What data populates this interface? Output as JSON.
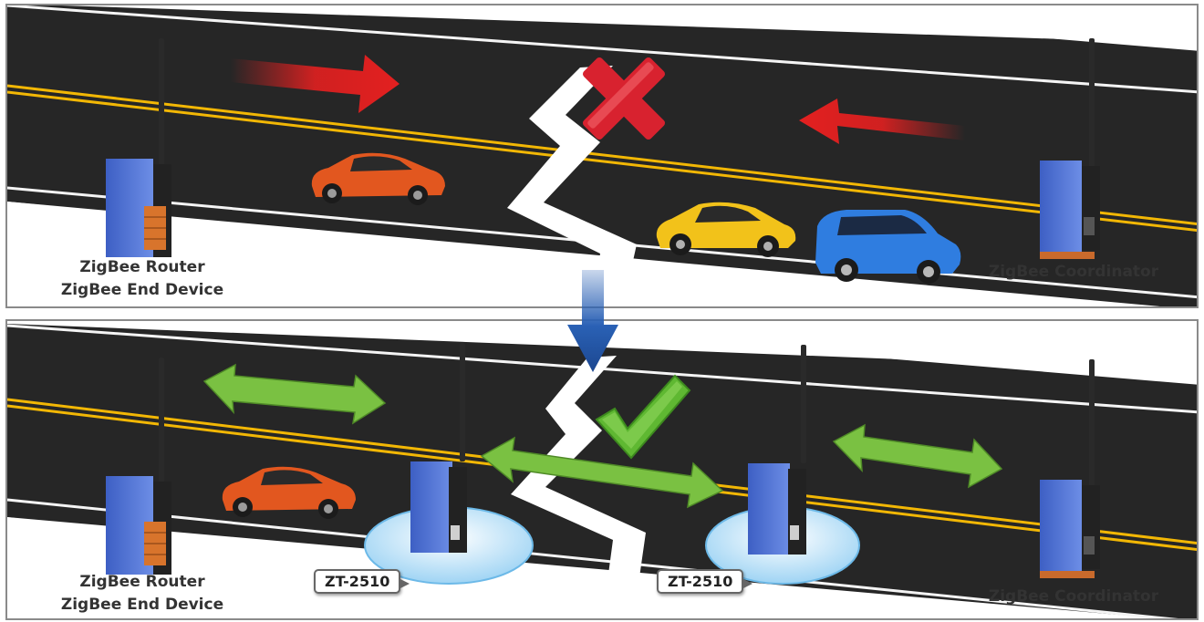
{
  "top_scene": {
    "left_device": {
      "line1": "ZigBee Router",
      "line2": "ZigBee End Device"
    },
    "right_device": {
      "line1": "ZigBee Coordinator"
    }
  },
  "bottom_scene": {
    "left_device": {
      "line1": "ZigBee Router",
      "line2": "ZigBee End Device"
    },
    "right_device": {
      "line1": "ZigBee Coordinator"
    },
    "repeater_1": {
      "label": "ZT-2510"
    },
    "repeater_2": {
      "label": "ZT-2510"
    }
  },
  "colors": {
    "road": "#262626",
    "lane_line": "#f2b705",
    "block_arrow": "#e32020",
    "link_arrow": "#7ac142",
    "cross": "#d8222f",
    "check": "#5fb832",
    "down_arrow": "#2a61b5",
    "device_body": "#4a6fd1"
  }
}
